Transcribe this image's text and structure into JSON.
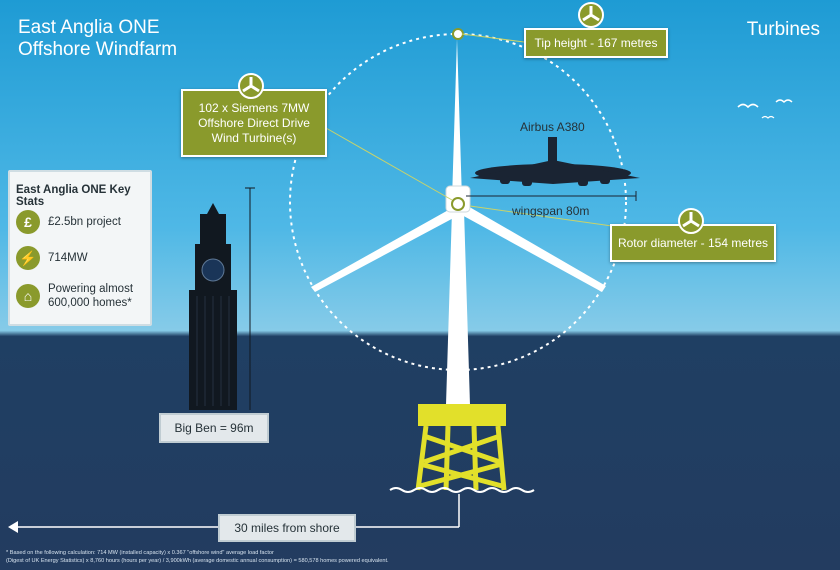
{
  "title": {
    "line1": "East Anglia ONE",
    "line2": "Offshore Windfarm"
  },
  "section_label": "Turbines",
  "callouts": {
    "tip_height": "Tip height - 167 metres",
    "turbine_model": "102 x Siemens 7MW Offshore Direct Drive Wind Turbine(s)",
    "rotor_diameter": "Rotor diameter - 154 metres"
  },
  "airbus": {
    "name": "Airbus A380",
    "wingspan": "wingspan 80m"
  },
  "key_stats": {
    "heading": "East Anglia ONE Key Stats",
    "items": [
      {
        "icon": "pound-icon",
        "glyph": "£",
        "label": "£2.5bn project"
      },
      {
        "icon": "lightning-icon",
        "glyph": "⚡",
        "label": "714MW"
      },
      {
        "icon": "houses-icon",
        "glyph": "⌂",
        "label": "Powering almost 600,000 homes*"
      }
    ]
  },
  "big_ben_label": "Big Ben = 96m",
  "shore_label": "30 miles from shore",
  "footnote": {
    "line1": "* Based on the following calculation: 714 MW (installed capacity) x 0.367 \"offshore wind\" average load factor",
    "line2": "(Digest of UK Energy Statistics) x 8,760 hours (hours per year) / 3,900kWh (average domestic annual consumption) = 580,578 homes powered equivalent."
  },
  "colors": {
    "olive": "#8a9a2c",
    "sky": "#4fb8e6",
    "sea": "#233c60",
    "structure_yellow": "#e2e02a"
  }
}
